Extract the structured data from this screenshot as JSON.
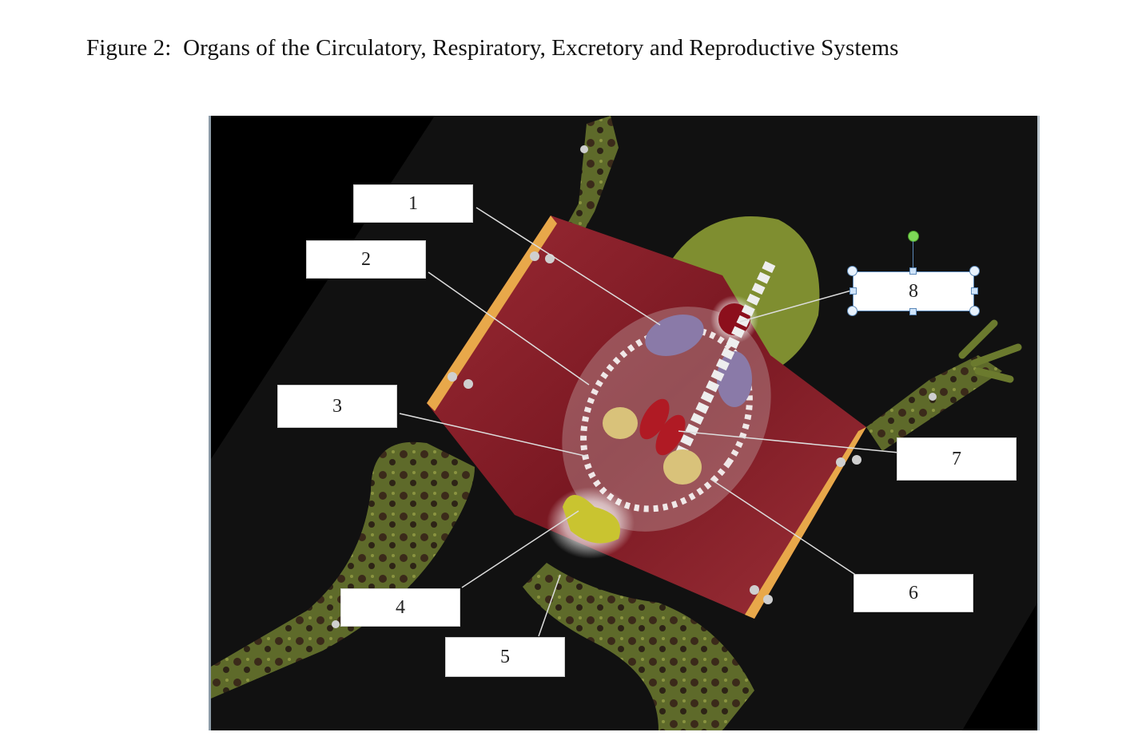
{
  "figure": {
    "title": "Figure 2:  Organs of the Circulatory, Respiratory, Excretory and Reproductive Systems"
  },
  "labels": [
    "1",
    "2",
    "3",
    "4",
    "5",
    "6",
    "7",
    "8"
  ],
  "selected_label_index": 7,
  "colors": {
    "background": "#000000",
    "frog_skin": "#5e6a2a",
    "muscle": "#8a1f2a",
    "lung": "#8a7aa8",
    "heart": "#8c0f1c",
    "kidney": "#b01a24",
    "fat_body": "#d9c27a",
    "bladder": "#c9c430",
    "selection": "#5b88b8",
    "rotate_handle": "#7ed957"
  }
}
